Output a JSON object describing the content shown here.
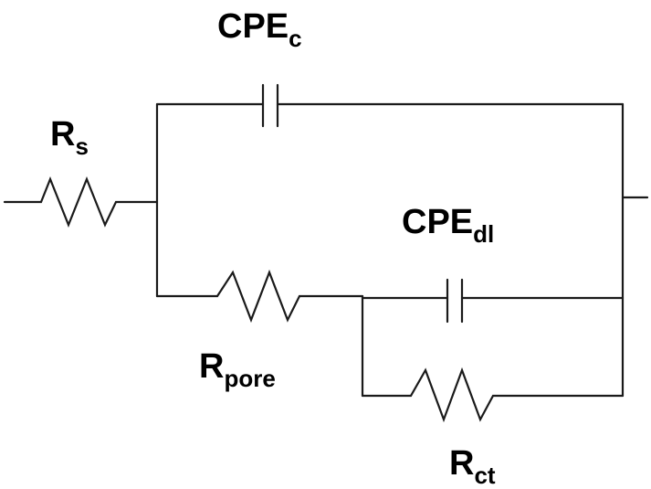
{
  "labels": {
    "rs": {
      "main": "R",
      "sub": "s"
    },
    "cpec": {
      "main": "CPE",
      "sub": "c"
    },
    "cpedl": {
      "main": "CPE",
      "sub": "dl"
    },
    "rpore": {
      "main": "R",
      "sub": "pore"
    },
    "rct": {
      "main": "R",
      "sub": "ct"
    }
  },
  "colors": {
    "stroke": "#1a1a1a",
    "text": "#000000",
    "background": "#ffffff"
  }
}
